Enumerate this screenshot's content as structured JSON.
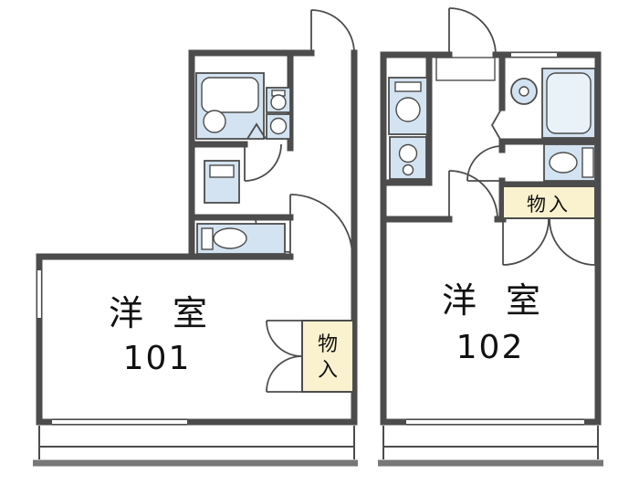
{
  "plan": {
    "units": [
      {
        "name": "Unit 101",
        "room_label": "洋 室",
        "room_number": "101",
        "closet_label": "物入",
        "closet_chars": [
          "物",
          "入"
        ]
      },
      {
        "name": "Unit 102",
        "room_label": "洋 室",
        "room_number": "102",
        "closet_label": "物入"
      }
    ],
    "colors": {
      "wall": "#4c4c4c",
      "fixture_fill": "#d4e3f1",
      "closet_fill": "#faf2cf",
      "background": "#ffffff",
      "text": "#111111"
    }
  }
}
